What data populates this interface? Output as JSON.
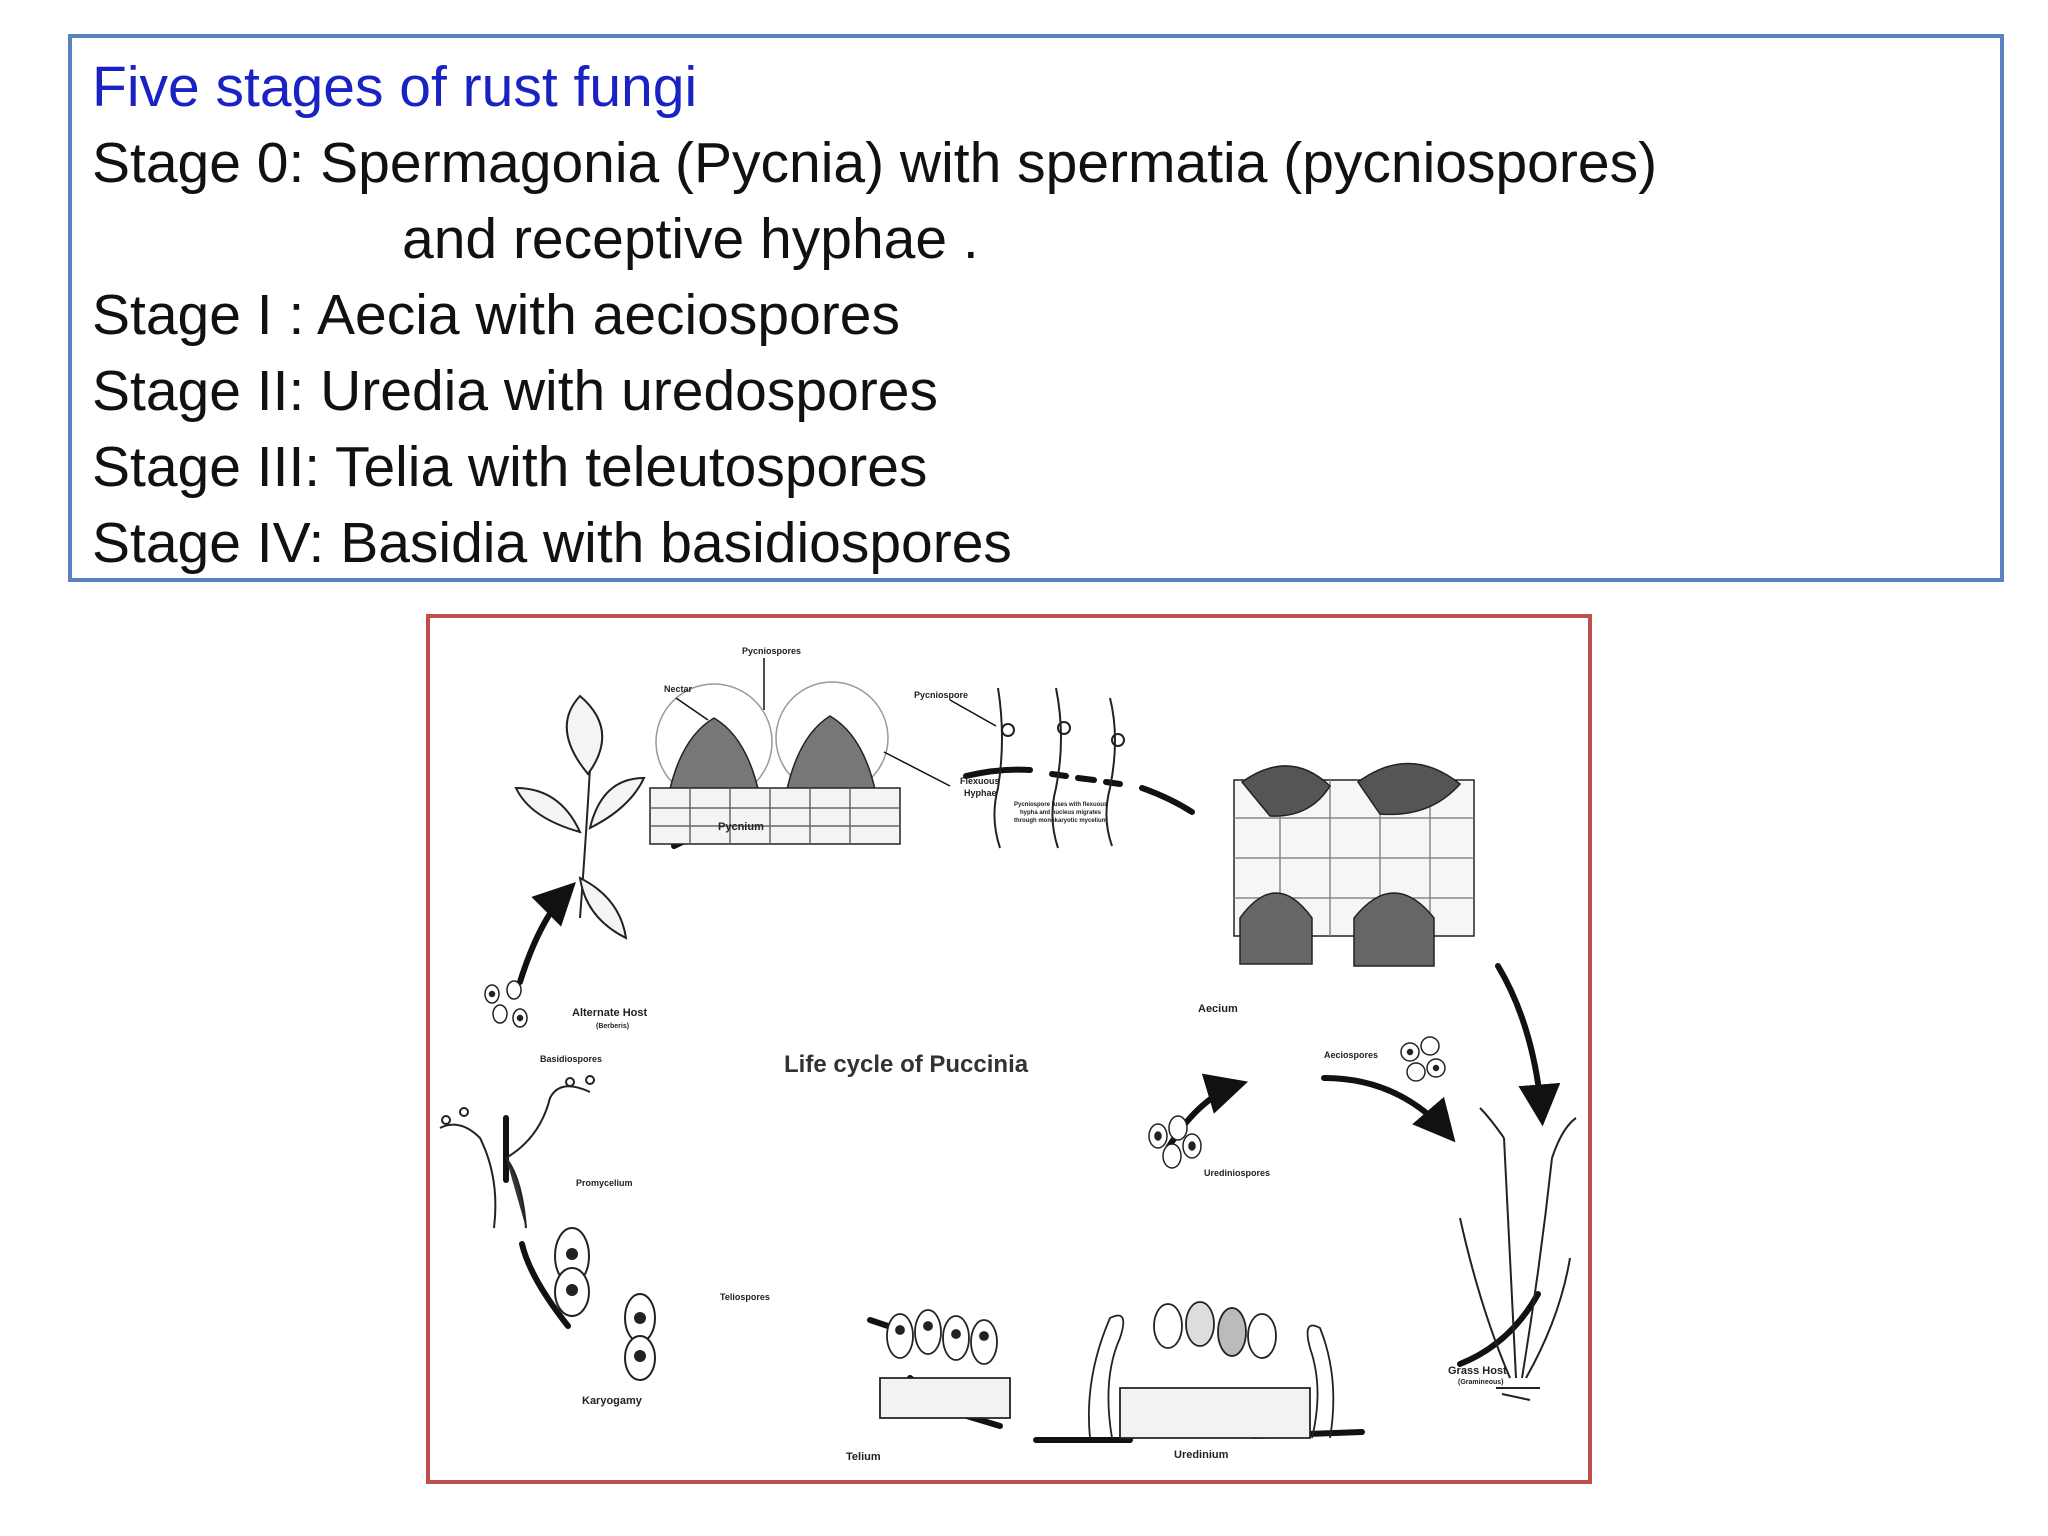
{
  "textbox": {
    "title": "Five stages of rust fungi",
    "lines": [
      "Stage 0: Spermagonia (Pycnia) with spermatia (pycniospores)",
      "and receptive hyphae .",
      "Stage I : Aecia with aeciospores",
      "Stage II: Uredia with uredospores",
      "Stage III: Telia with teleutospores",
      "Stage IV: Basidia with basidiospores"
    ]
  },
  "diagram": {
    "center_title": "Life cycle  of Puccinia",
    "labels": {
      "pycniospores": "Pycniospores",
      "nectar": "Nectar",
      "pycniospore": "Pycniospore",
      "flexuous_hyphae_1": "Flexuous",
      "flexuous_hyphae_2": "Hyphae",
      "fusion_note_1": "Pycniospore fuses with flexuous",
      "fusion_note_2": "hypha and nucleus migrates",
      "fusion_note_3": "through monokaryotic mycelium",
      "pycnium": "Pycnium",
      "aecium": "Aecium",
      "aeciospores": "Aeciospores",
      "alternate_host": "Alternate Host",
      "alternate_host_sub": "(Berberis)",
      "basidiospores": "Basidiospores",
      "promycelium": "Promycelium",
      "karyogamy": "Karyogamy",
      "teliospores": "Teliospores",
      "telium": "Telium",
      "uredinium": "Uredinium",
      "urediniospores": "Urediniospores",
      "grass_host": "Grass Host",
      "grass_host_sub": "(Gramineous)"
    }
  }
}
